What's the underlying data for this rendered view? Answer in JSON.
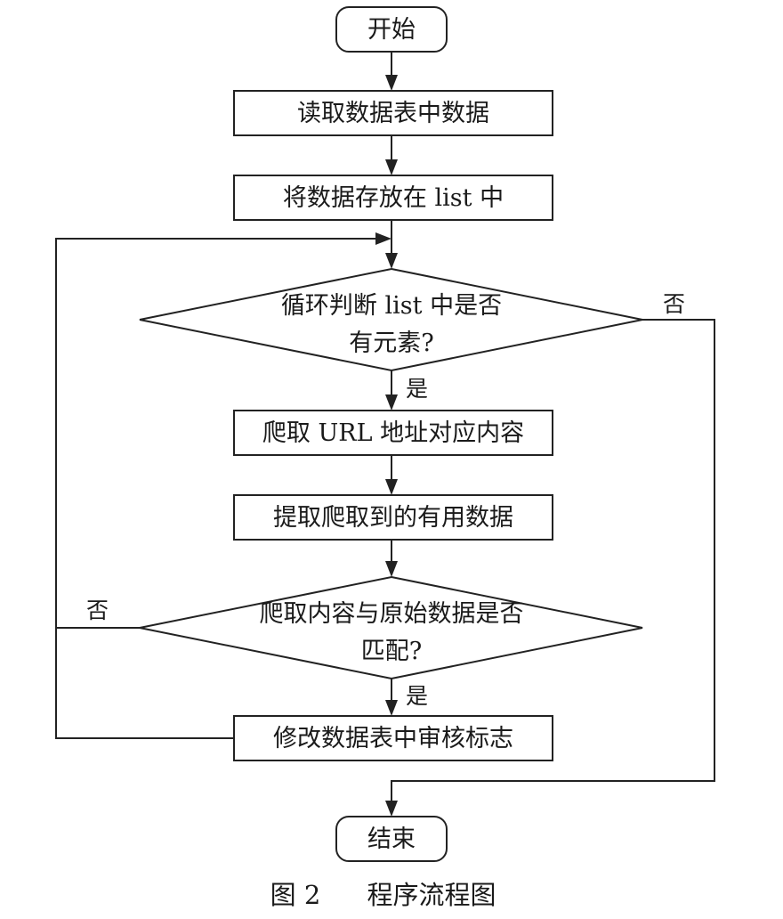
{
  "nodes": {
    "start": "开始",
    "read": "读取数据表中数据",
    "store": "将数据存放在 list 中",
    "loop_line1": "循环判断 list 中是否",
    "loop_line2": "有元素?",
    "crawl": "爬取 URL 地址对应内容",
    "extract": "提取爬取到的有用数据",
    "match_line1": "爬取内容与原始数据是否",
    "match_line2": "匹配?",
    "modify": "修改数据表中审核标志",
    "end": "结束"
  },
  "edge_labels": {
    "loop_yes": "是",
    "loop_no": "否",
    "match_yes": "是",
    "match_no": "否"
  },
  "caption": {
    "figure_number": "图 2",
    "title": "程序流程图"
  }
}
